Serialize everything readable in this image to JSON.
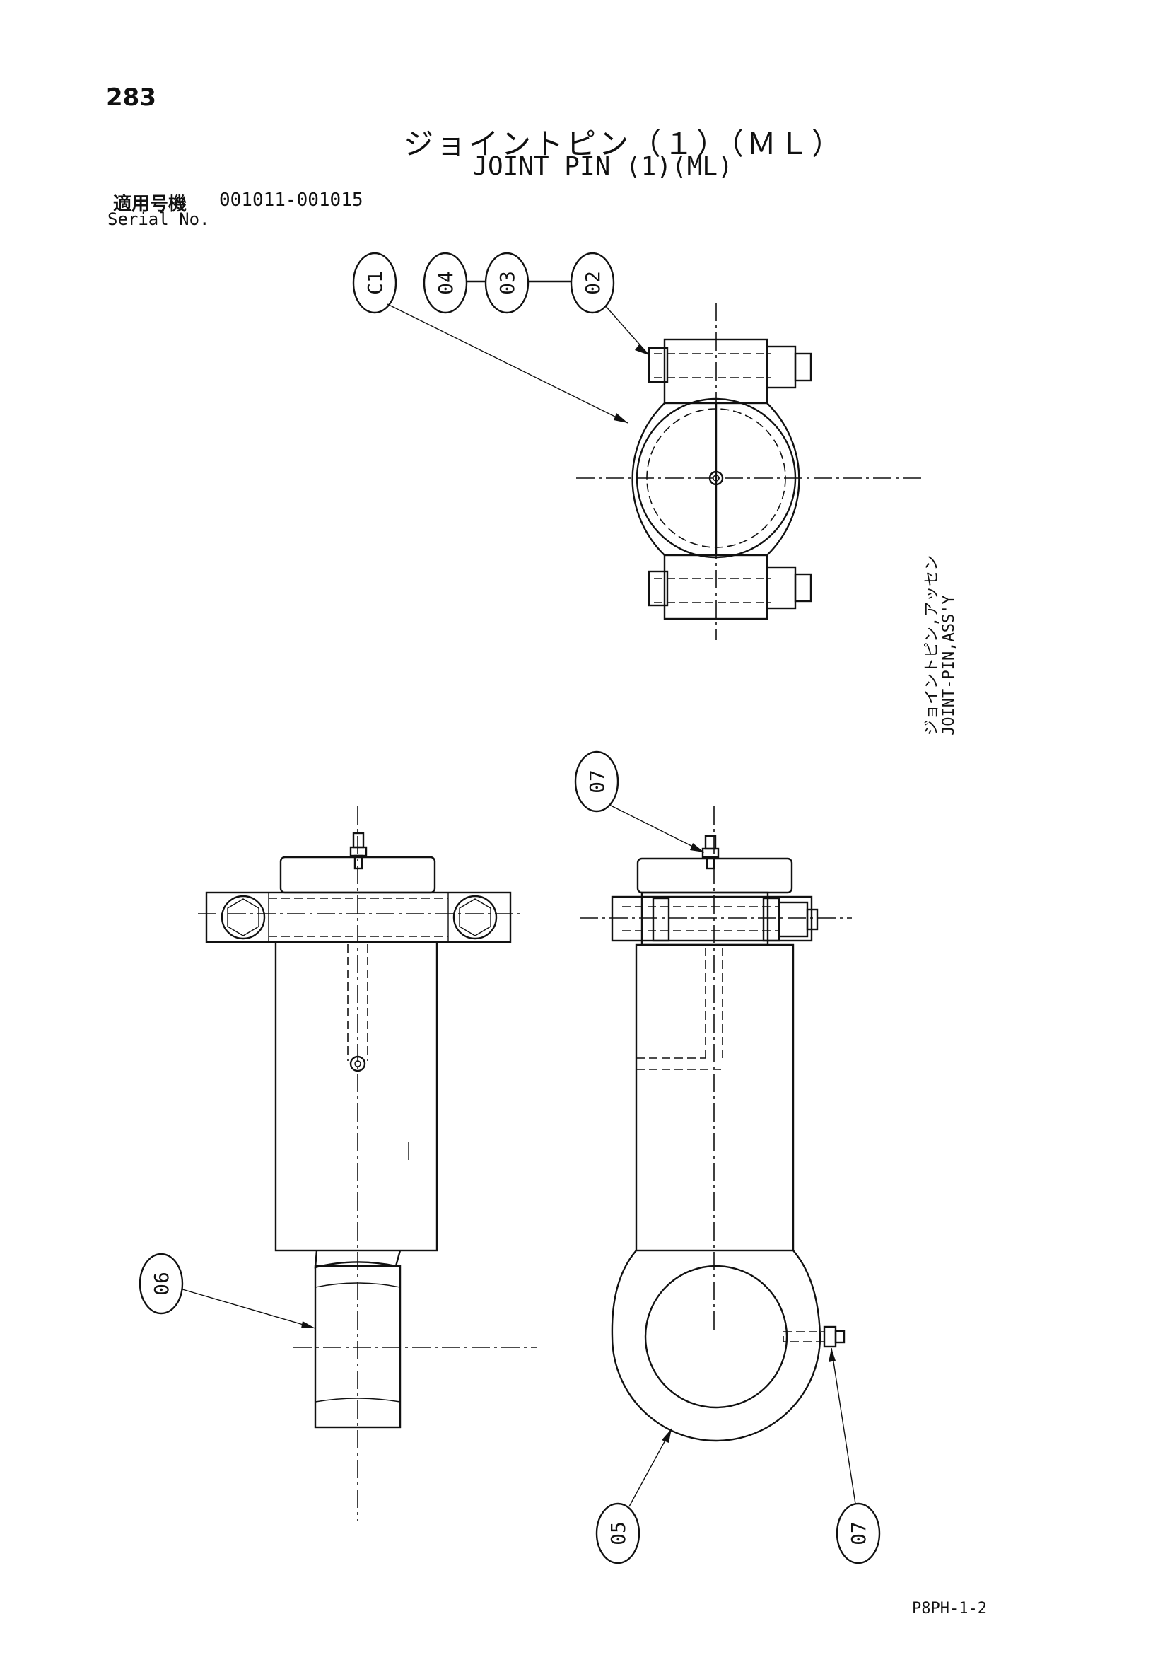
{
  "header": {
    "page_number": "283",
    "title_jp": "ジョイントピン（１）（ＭＬ）",
    "title_en": "JOINT PIN (1)(ML)",
    "serial_label_jp": "適用号機",
    "serial_range": "001011-001015",
    "serial_label_en": "Serial No."
  },
  "assembly_label": {
    "jp": "ジョイントピン,アッセン",
    "en": "JOINT-PIN,ASS'Y"
  },
  "callouts": [
    "C1",
    "04",
    "03",
    "02",
    "07",
    "06",
    "05",
    "07"
  ],
  "footer": {
    "page_code": "P8PH-1-2"
  }
}
